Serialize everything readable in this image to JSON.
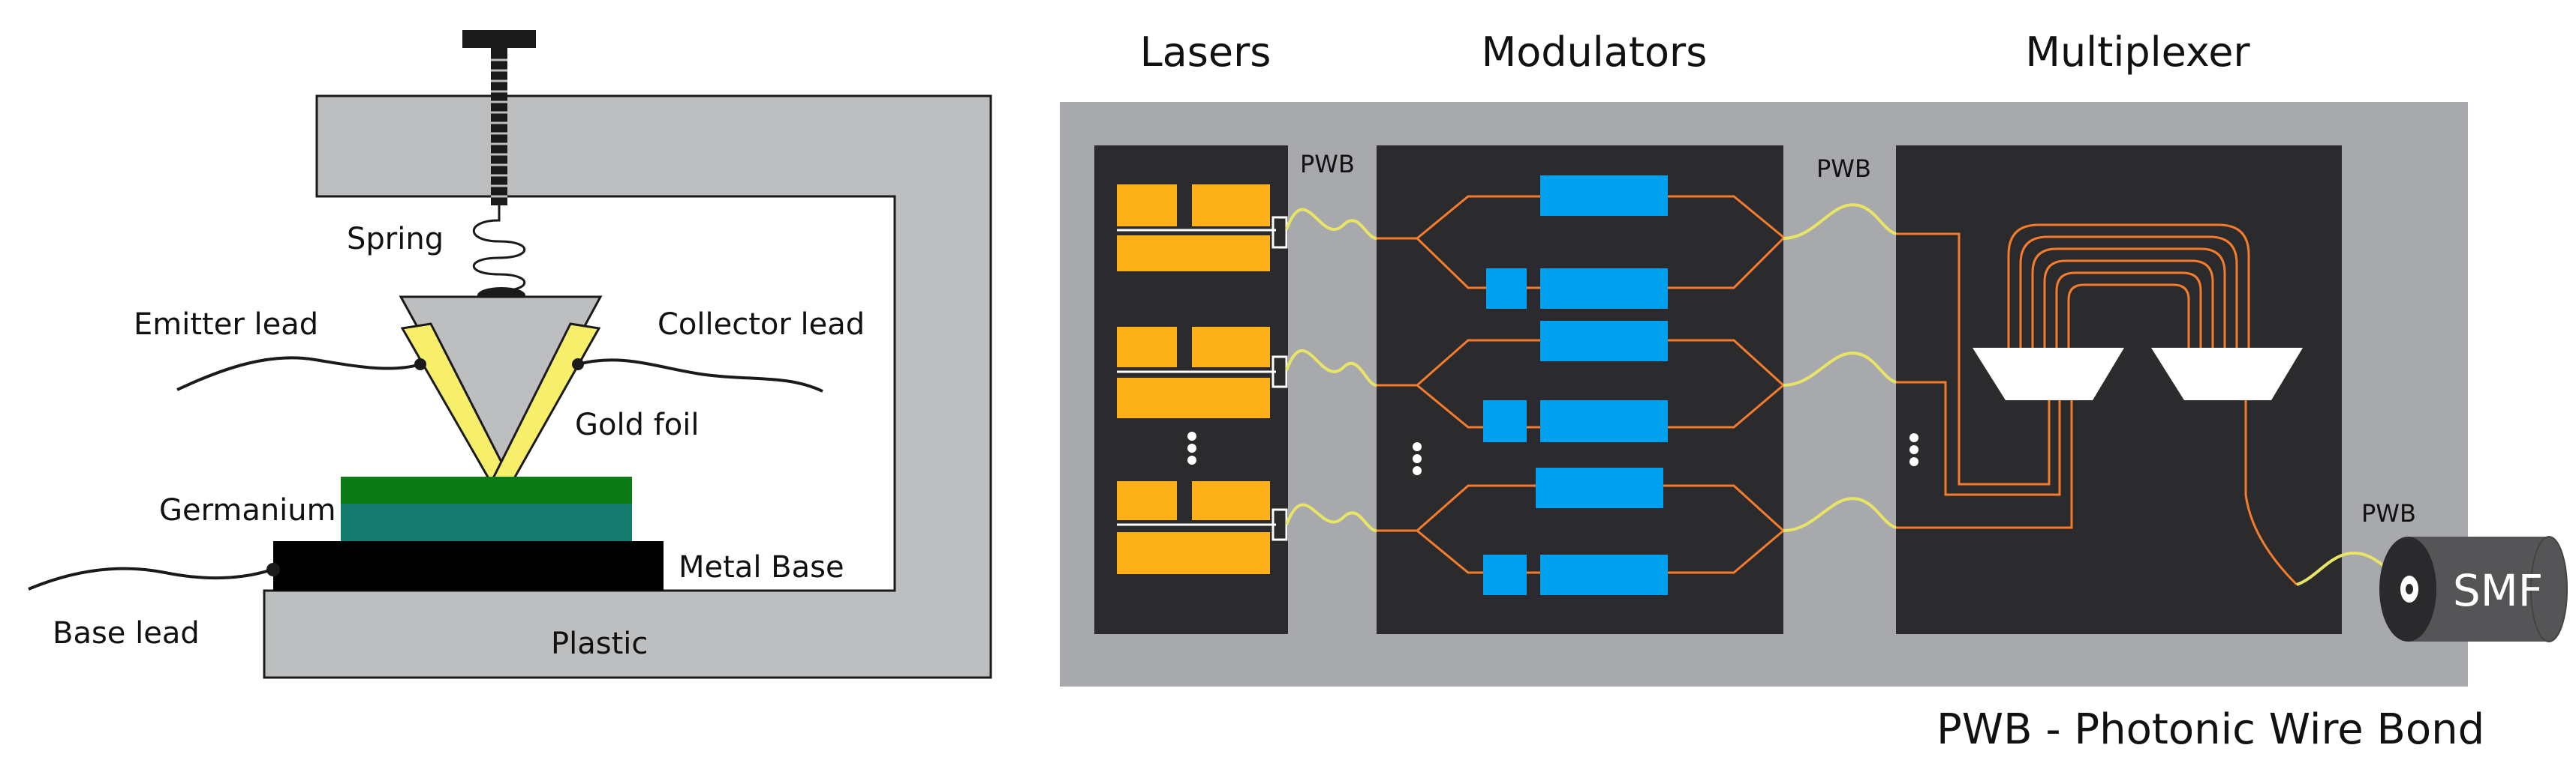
{
  "left_diagram": {
    "labels": {
      "spring": "Spring",
      "emitter_lead": "Emitter lead",
      "collector_lead": "Collector lead",
      "gold_foil": "Gold foil",
      "germanium": "Germanium",
      "metal_base": "Metal Base",
      "base_lead": "Base lead",
      "plastic": "Plastic"
    },
    "colors": {
      "frame": "#bcbec0",
      "gold_foil": "#f7ef6a",
      "germanium_top": "#0c7a16",
      "germanium_bottom": "#157a6e",
      "metal_base": "#000000"
    }
  },
  "right_diagram": {
    "headings": {
      "lasers": "Lasers",
      "modulators": "Modulators",
      "multiplexer": "Multiplexer"
    },
    "pwb_labels": [
      "PWB",
      "PWB",
      "PWB"
    ],
    "fiber_label": "SMF",
    "footer": "PWB - Photonic Wire Bond",
    "colors": {
      "platform": "#a7a9ac",
      "chip": "#2b2b2d",
      "laser": "#fbb117",
      "modulator": "#00a0f0",
      "waveguide": "#f47c2c",
      "wire_bond": "#e8e566"
    }
  }
}
